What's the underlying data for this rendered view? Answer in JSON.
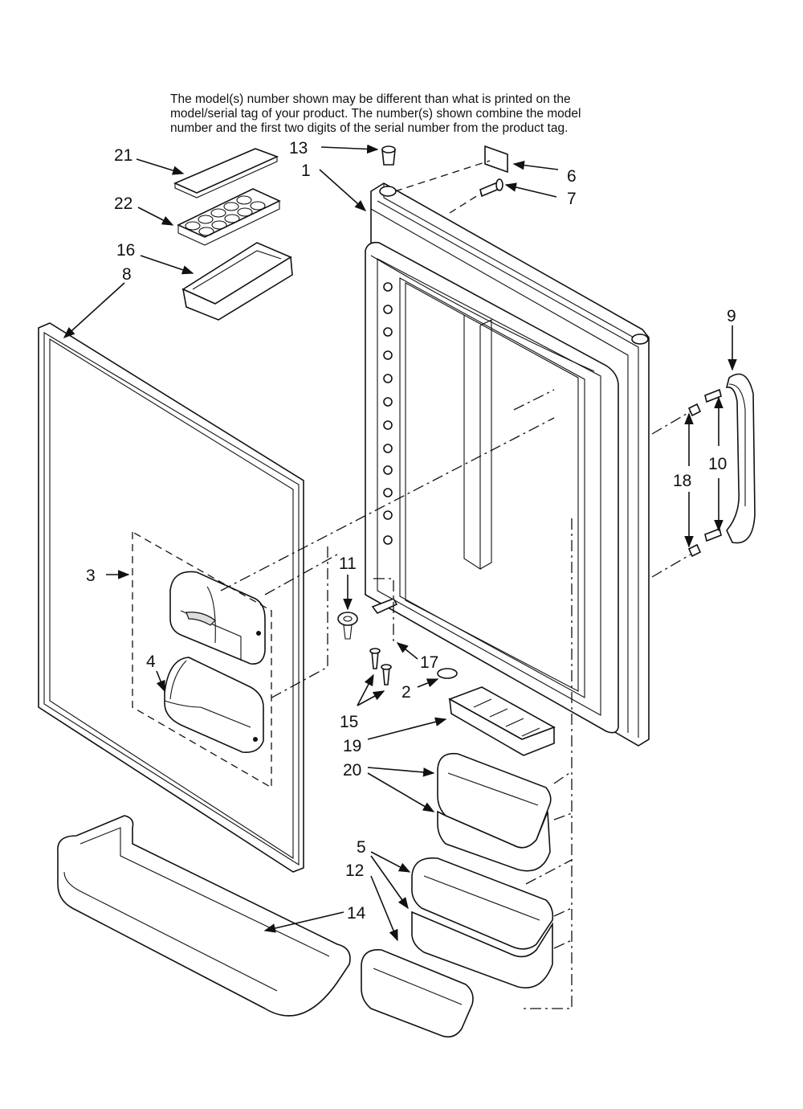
{
  "note": {
    "lines": [
      "The model(s) number shown may be different than what is printed on the",
      "model/serial tag of your product. The number(s) shown combine the model",
      "number and the first two digits of the serial number from the product tag."
    ]
  },
  "callouts": {
    "c1": "1",
    "c2": "2",
    "c3": "3",
    "c4": "4",
    "c5": "5",
    "c6": "6",
    "c7": "7",
    "c8": "8",
    "c9": "9",
    "c10": "10",
    "c11": "11",
    "c12": "12",
    "c13": "13",
    "c14": "14",
    "c15": "15",
    "c16": "16",
    "c17": "17",
    "c18": "18",
    "c19": "19",
    "c20": "20",
    "c21": "21",
    "c22": "22"
  }
}
